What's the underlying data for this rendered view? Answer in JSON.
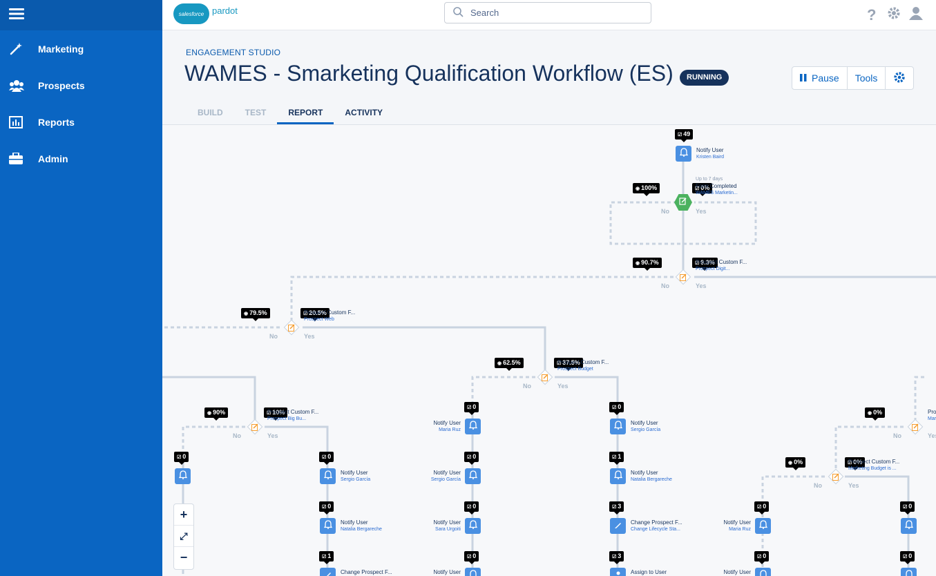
{
  "brand": {
    "logo_text": "salesforce",
    "product": "pardot"
  },
  "sidebar": {
    "items": [
      {
        "label": "Marketing",
        "icon": "wand-icon"
      },
      {
        "label": "Prospects",
        "icon": "people-icon"
      },
      {
        "label": "Reports",
        "icon": "bar-chart-icon"
      },
      {
        "label": "Admin",
        "icon": "briefcase-icon"
      }
    ]
  },
  "search": {
    "placeholder": "Search"
  },
  "header": {
    "eyebrow": "ENGAGEMENT STUDIO",
    "title": "WAMES - Smarketing Qualification Workflow (ES)",
    "status": "RUNNING",
    "pause_label": "Pause",
    "tools_label": "Tools"
  },
  "tabs": [
    {
      "label": "BUILD"
    },
    {
      "label": "TEST"
    },
    {
      "label": "REPORT"
    },
    {
      "label": "ACTIVITY"
    }
  ],
  "zoom": {
    "in": "+",
    "fit": "⤢",
    "out": "−"
  },
  "flow": {
    "no": "No",
    "yes": "Yes",
    "nodes": [
      {
        "id": "n1",
        "title": "Notify User",
        "sub": "Kristen Baird",
        "count": "49"
      },
      {
        "id": "d1",
        "wait": "Up to 7 days",
        "title": "Form Completed",
        "sub": "WAMES Marketin...",
        "no_pct": "100%",
        "yes_pct": "0%"
      },
      {
        "id": "d2",
        "title": "Prospect Custom F...",
        "sub": "Prospect Digit...",
        "no_pct": "90.7%",
        "yes_pct": "9.3%"
      },
      {
        "id": "d3",
        "title": "Prospect Custom F...",
        "sub": "Prospect Web",
        "no_pct": "79.5%",
        "yes_pct": "20.5%"
      },
      {
        "id": "d4",
        "title": "Prospect Custom F...",
        "sub": "Prospect Budget",
        "no_pct": "62.5%",
        "yes_pct": "37.5%"
      },
      {
        "id": "d5",
        "title": "Prospect Custom F...",
        "sub": "Prospect Big Bu...",
        "no_pct": "90%",
        "yes_pct": "10%"
      },
      {
        "id": "d6",
        "title": "Prospect Custom F...",
        "sub": "Marketing Budget is ...",
        "no_pct": "0%",
        "yes_pct": "0%"
      },
      {
        "id": "d7",
        "title": "Prospect Custom F...",
        "sub": "Mar...",
        "no_pct": "0%",
        "yes_pct": ""
      },
      {
        "id": "a1",
        "title": "Notify User",
        "sub": "Maria Ruz",
        "count": "0"
      },
      {
        "id": "a2",
        "title": "Notify User",
        "sub": "Sergio García",
        "count": "0"
      },
      {
        "id": "a3",
        "title": "Notify User",
        "sub": "Sergio García",
        "count": "0"
      },
      {
        "id": "a4",
        "title": "Notify User",
        "sub": "Natalia Bergareche",
        "count": "1"
      },
      {
        "id": "a5",
        "title": "Notify User",
        "sub": "Sara Urgoiti",
        "count": "0"
      },
      {
        "id": "a6",
        "title": "Change Prospect F...",
        "sub": "Change Lifecycle Sta...",
        "count": "3"
      },
      {
        "id": "a7",
        "title": "Notify User",
        "sub": "Sergio García",
        "count": "0"
      },
      {
        "id": "a8",
        "title": "Notify User",
        "sub": "Natalia Bergareche",
        "count": "0"
      },
      {
        "id": "a9",
        "title": "Change Prospect F...",
        "sub": "",
        "count": "1"
      },
      {
        "id": "a10",
        "title": "Notify User",
        "sub": "",
        "count": "0"
      },
      {
        "id": "a11",
        "title": "Assign to User",
        "sub": "",
        "count": "3"
      },
      {
        "id": "a12",
        "title": "Notify User",
        "sub": "",
        "count": "0"
      },
      {
        "id": "a13",
        "title": "Notify User",
        "sub": "Maria Ruz",
        "count": "0"
      },
      {
        "id": "a14",
        "title": "Notify User",
        "sub": "",
        "count": "0"
      },
      {
        "id": "a15",
        "title": "Notify User",
        "sub": "",
        "count": "0"
      },
      {
        "id": "a16",
        "title": "Notify User",
        "sub": "",
        "count": "0"
      },
      {
        "id": "a17",
        "title": "",
        "sub": "",
        "count": "0"
      },
      {
        "id": "a18",
        "title": "",
        "sub": "",
        "count": "0"
      },
      {
        "id": "a19",
        "title": "Notify User",
        "sub": "",
        "count": "0"
      },
      {
        "id": "a20",
        "title": "",
        "sub": "",
        "count": "0"
      }
    ]
  }
}
